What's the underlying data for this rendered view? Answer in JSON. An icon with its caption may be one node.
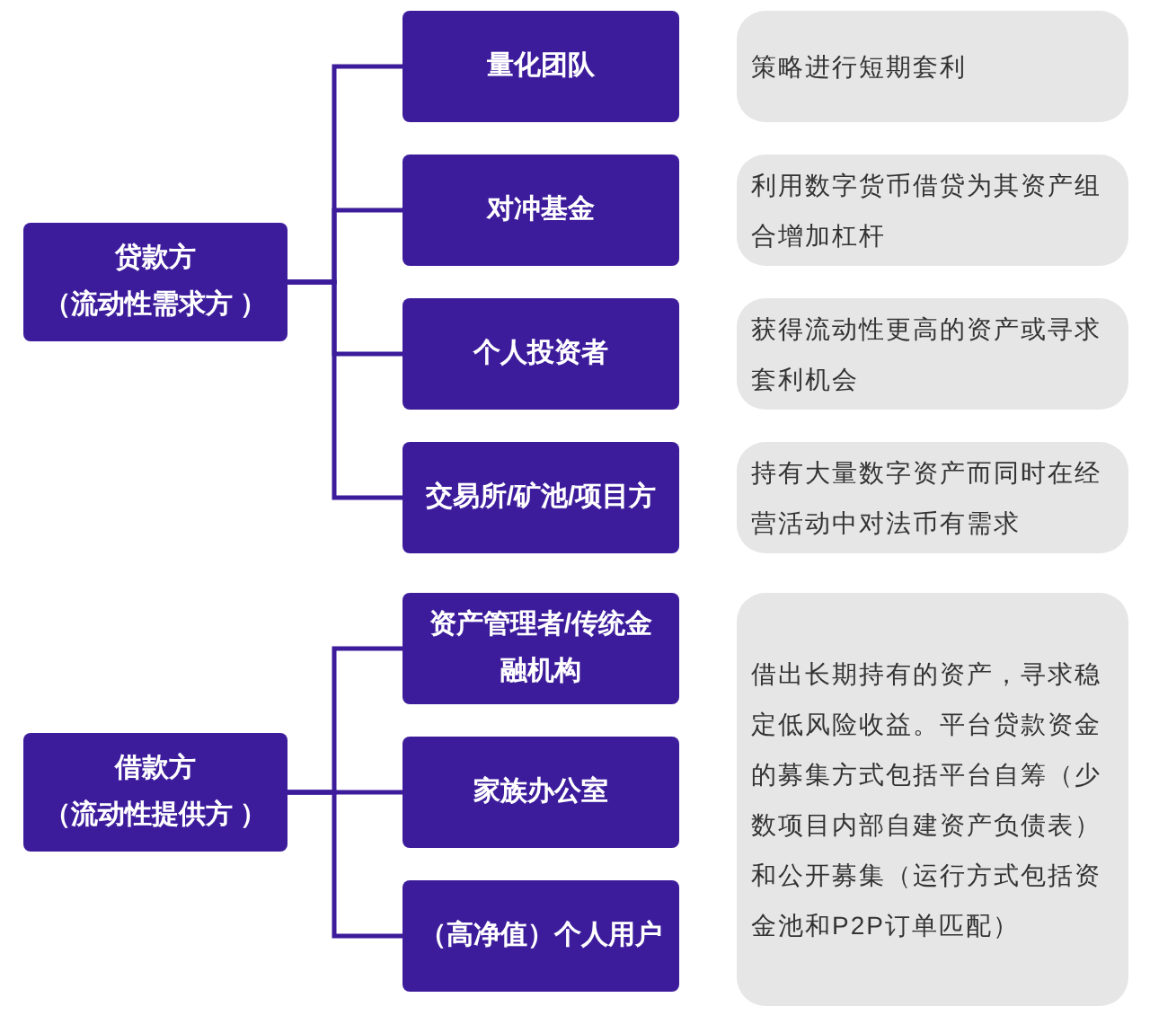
{
  "diagram": {
    "nodes": [
      {
        "text": [
          "贷款方",
          "（流动性需求方 ）"
        ]
      },
      {
        "text": [
          "量化团队"
        ]
      },
      {
        "text": [
          "对冲基金"
        ]
      },
      {
        "text": [
          "个人投资者"
        ]
      },
      {
        "text": [
          "交易所/矿池/项目方"
        ]
      },
      {
        "text": [
          "策略进行短期套利"
        ]
      },
      {
        "text": [
          "利用数字货币借贷为其资产组合增加杠杆"
        ]
      },
      {
        "text": [
          "获得流动性更高的资产或寻求套利机会"
        ]
      },
      {
        "text": [
          "持有大量数字资产而同时在经营活动中对法币有需求"
        ]
      },
      {
        "text": [
          "借款方",
          "（流动性提供方 ）"
        ]
      },
      {
        "text": [
          "资产管理者/传统金融机构"
        ]
      },
      {
        "text": [
          "家族办公室"
        ]
      },
      {
        "text": [
          "（高净值）个人用户"
        ]
      },
      {
        "text": [
          "借出长期持有的资产，寻求稳定低风险收益。平台贷款资金的募集方式包括平台自筹（少数项目内部自建资产负债表）和公开募集（运行方式包括资金池和P2P订单匹配）"
        ]
      }
    ],
    "edges": [
      {
        "from": 0,
        "to": 1,
        "arrow": "none"
      },
      {
        "from": 0,
        "to": 2,
        "arrow": "none"
      },
      {
        "from": 0,
        "to": 3,
        "arrow": "none"
      },
      {
        "from": 0,
        "to": 4,
        "arrow": "none"
      },
      {
        "from": 9,
        "to": 10,
        "arrow": "none"
      },
      {
        "from": 9,
        "to": 11,
        "arrow": "none"
      },
      {
        "from": 9,
        "to": 12,
        "arrow": "none"
      }
    ]
  }
}
